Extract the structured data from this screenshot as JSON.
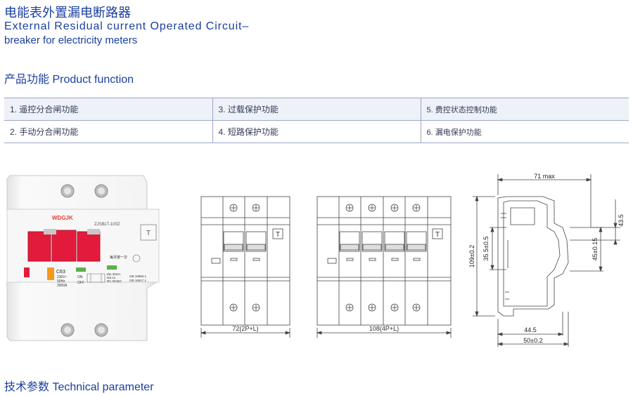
{
  "header": {
    "title_cn": "电能表外置漏电断路器",
    "title_en_line1": "External Residual current Operated Circuit–",
    "title_en_line2": "breaker for electricity meters"
  },
  "sections": {
    "product_function": "产品功能 Product function",
    "technical_parameter": "技术参数 Technical parameter"
  },
  "functions": {
    "rows": [
      [
        "1. 遥控分合闸功能",
        "3. 过载保护功能",
        "5. 费控状态控制功能"
      ],
      [
        "2. 手动分合闸功能",
        "4. 短路保护功能",
        "6. 漏电保护功能"
      ]
    ]
  },
  "product_photo": {
    "brand": "WDGJK",
    "model": "ZJSBLT-100Z",
    "rating": "C63",
    "spec_lines": [
      "230V~",
      "50Hz",
      "3000A"
    ],
    "on_label": "ON",
    "off_label": "OFF",
    "test_note": "每月按一次",
    "standard_lines": [
      "GB 10963.1",
      "GB 16917.1"
    ],
    "type_lines": [
      "I∆n 30mA",
      "t≤0.1s",
      "RC RCBO"
    ],
    "colors": {
      "handle": "#e21b3c",
      "body": "#f6f6f6",
      "brand": "#e5413a"
    }
  },
  "drawings": {
    "front_2p": {
      "width_label": "72(2P+L)",
      "test_mark": "T"
    },
    "front_4p": {
      "width_label": "108(4P+L)",
      "test_mark": "T"
    },
    "side": {
      "top_label": "71 max",
      "height_label": "109±0.2",
      "inner_left_label": "35.5±0.5",
      "right_top_label": "43.5",
      "right_mid_label": "45±0.15",
      "bottom_inner_label": "44.5",
      "bottom_outer_label": "50±0.2"
    }
  }
}
